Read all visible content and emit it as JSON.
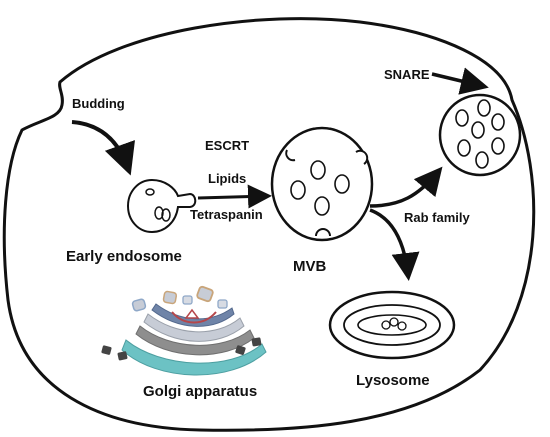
{
  "labels": {
    "budding": "Budding",
    "escrt": "ESCRT",
    "lipids": "Lipids",
    "tetraspanin": "Tetraspanin",
    "early_endosome": "Early endosome",
    "mvb": "MVB",
    "rab_family": "Rab family",
    "snare": "SNARE",
    "lysosome": "Lysosome",
    "golgi": "Golgi apparatus"
  },
  "colors": {
    "outline": "#111111",
    "golgi_teal": "#6cc2c4",
    "golgi_gray": "#8e8e8e",
    "golgi_light": "#c7ccd6",
    "golgi_blue": "#6f84a8",
    "golgi_red": "#b5464a",
    "vesicle_orange": "#c9a57a",
    "vesicle_blue": "#8fa8c8",
    "granule_gray": "#444444"
  }
}
